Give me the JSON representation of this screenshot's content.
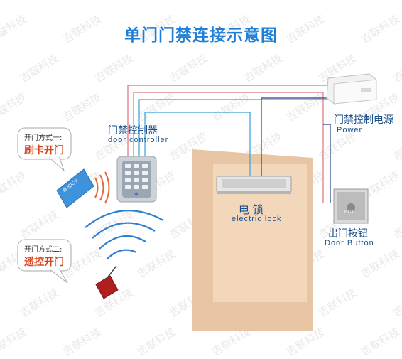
{
  "title": "单门门禁连接示意图",
  "watermark": "吉联科技",
  "colors": {
    "title": "#1f7fd8",
    "wire_red": "#e07079",
    "wire_blue": "#3aa0da",
    "wire_navy": "#2a3b86",
    "wall": "#e8c6a5",
    "door": "#f3d7bb",
    "label": "#1a4f8c",
    "bubble_main": "#d8431c"
  },
  "controller": {
    "label_cn": "门禁控制器",
    "label_en": "door controller"
  },
  "power": {
    "label_cn": "门禁控制电源",
    "label_en": "Power"
  },
  "lock": {
    "label_cn": "电 锁",
    "label_en": "electric lock"
  },
  "button": {
    "label_cn": "出门按钮",
    "label_en": "Door Button",
    "face_text": "EXIT"
  },
  "card": {
    "text": "感 应IC卡"
  },
  "method_1": {
    "caption": "开门方式一:",
    "main": "刷卡开门"
  },
  "method_2": {
    "caption": "开门方式二:",
    "main": "遥控开门"
  }
}
